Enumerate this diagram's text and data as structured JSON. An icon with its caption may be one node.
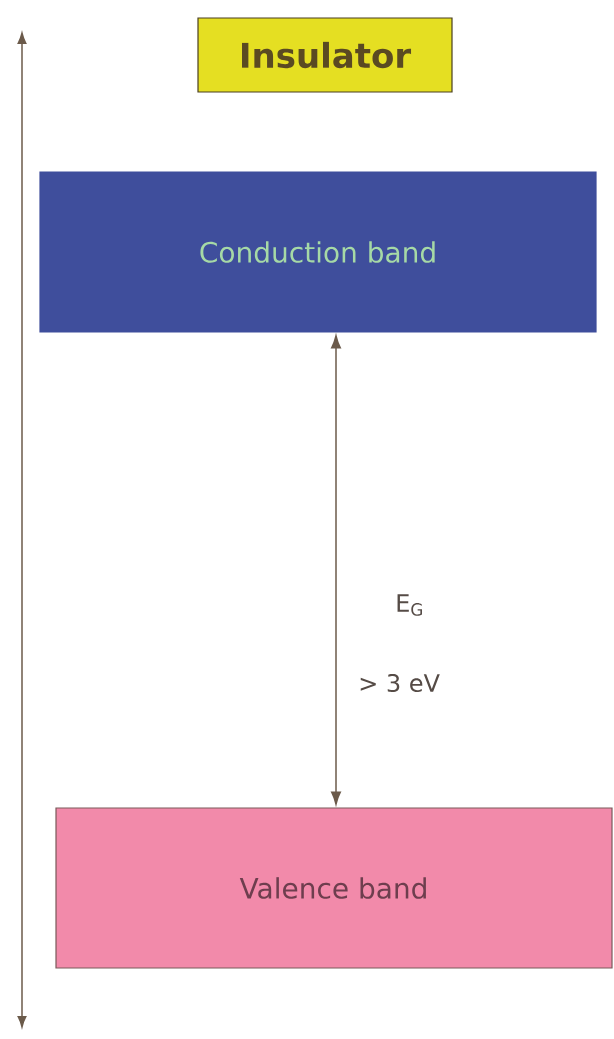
{
  "diagram": {
    "nodes": [
      {
        "text": [
          "Insulator"
        ]
      },
      {
        "text": [
          "Conduction band"
        ]
      },
      {
        "text": [
          "Valence band"
        ]
      }
    ],
    "edges": [
      {
        "from": 1,
        "to": 2,
        "arrow": "both"
      }
    ],
    "labels": [
      "E$_{G}$",
      "> 3 eV"
    ]
  }
}
